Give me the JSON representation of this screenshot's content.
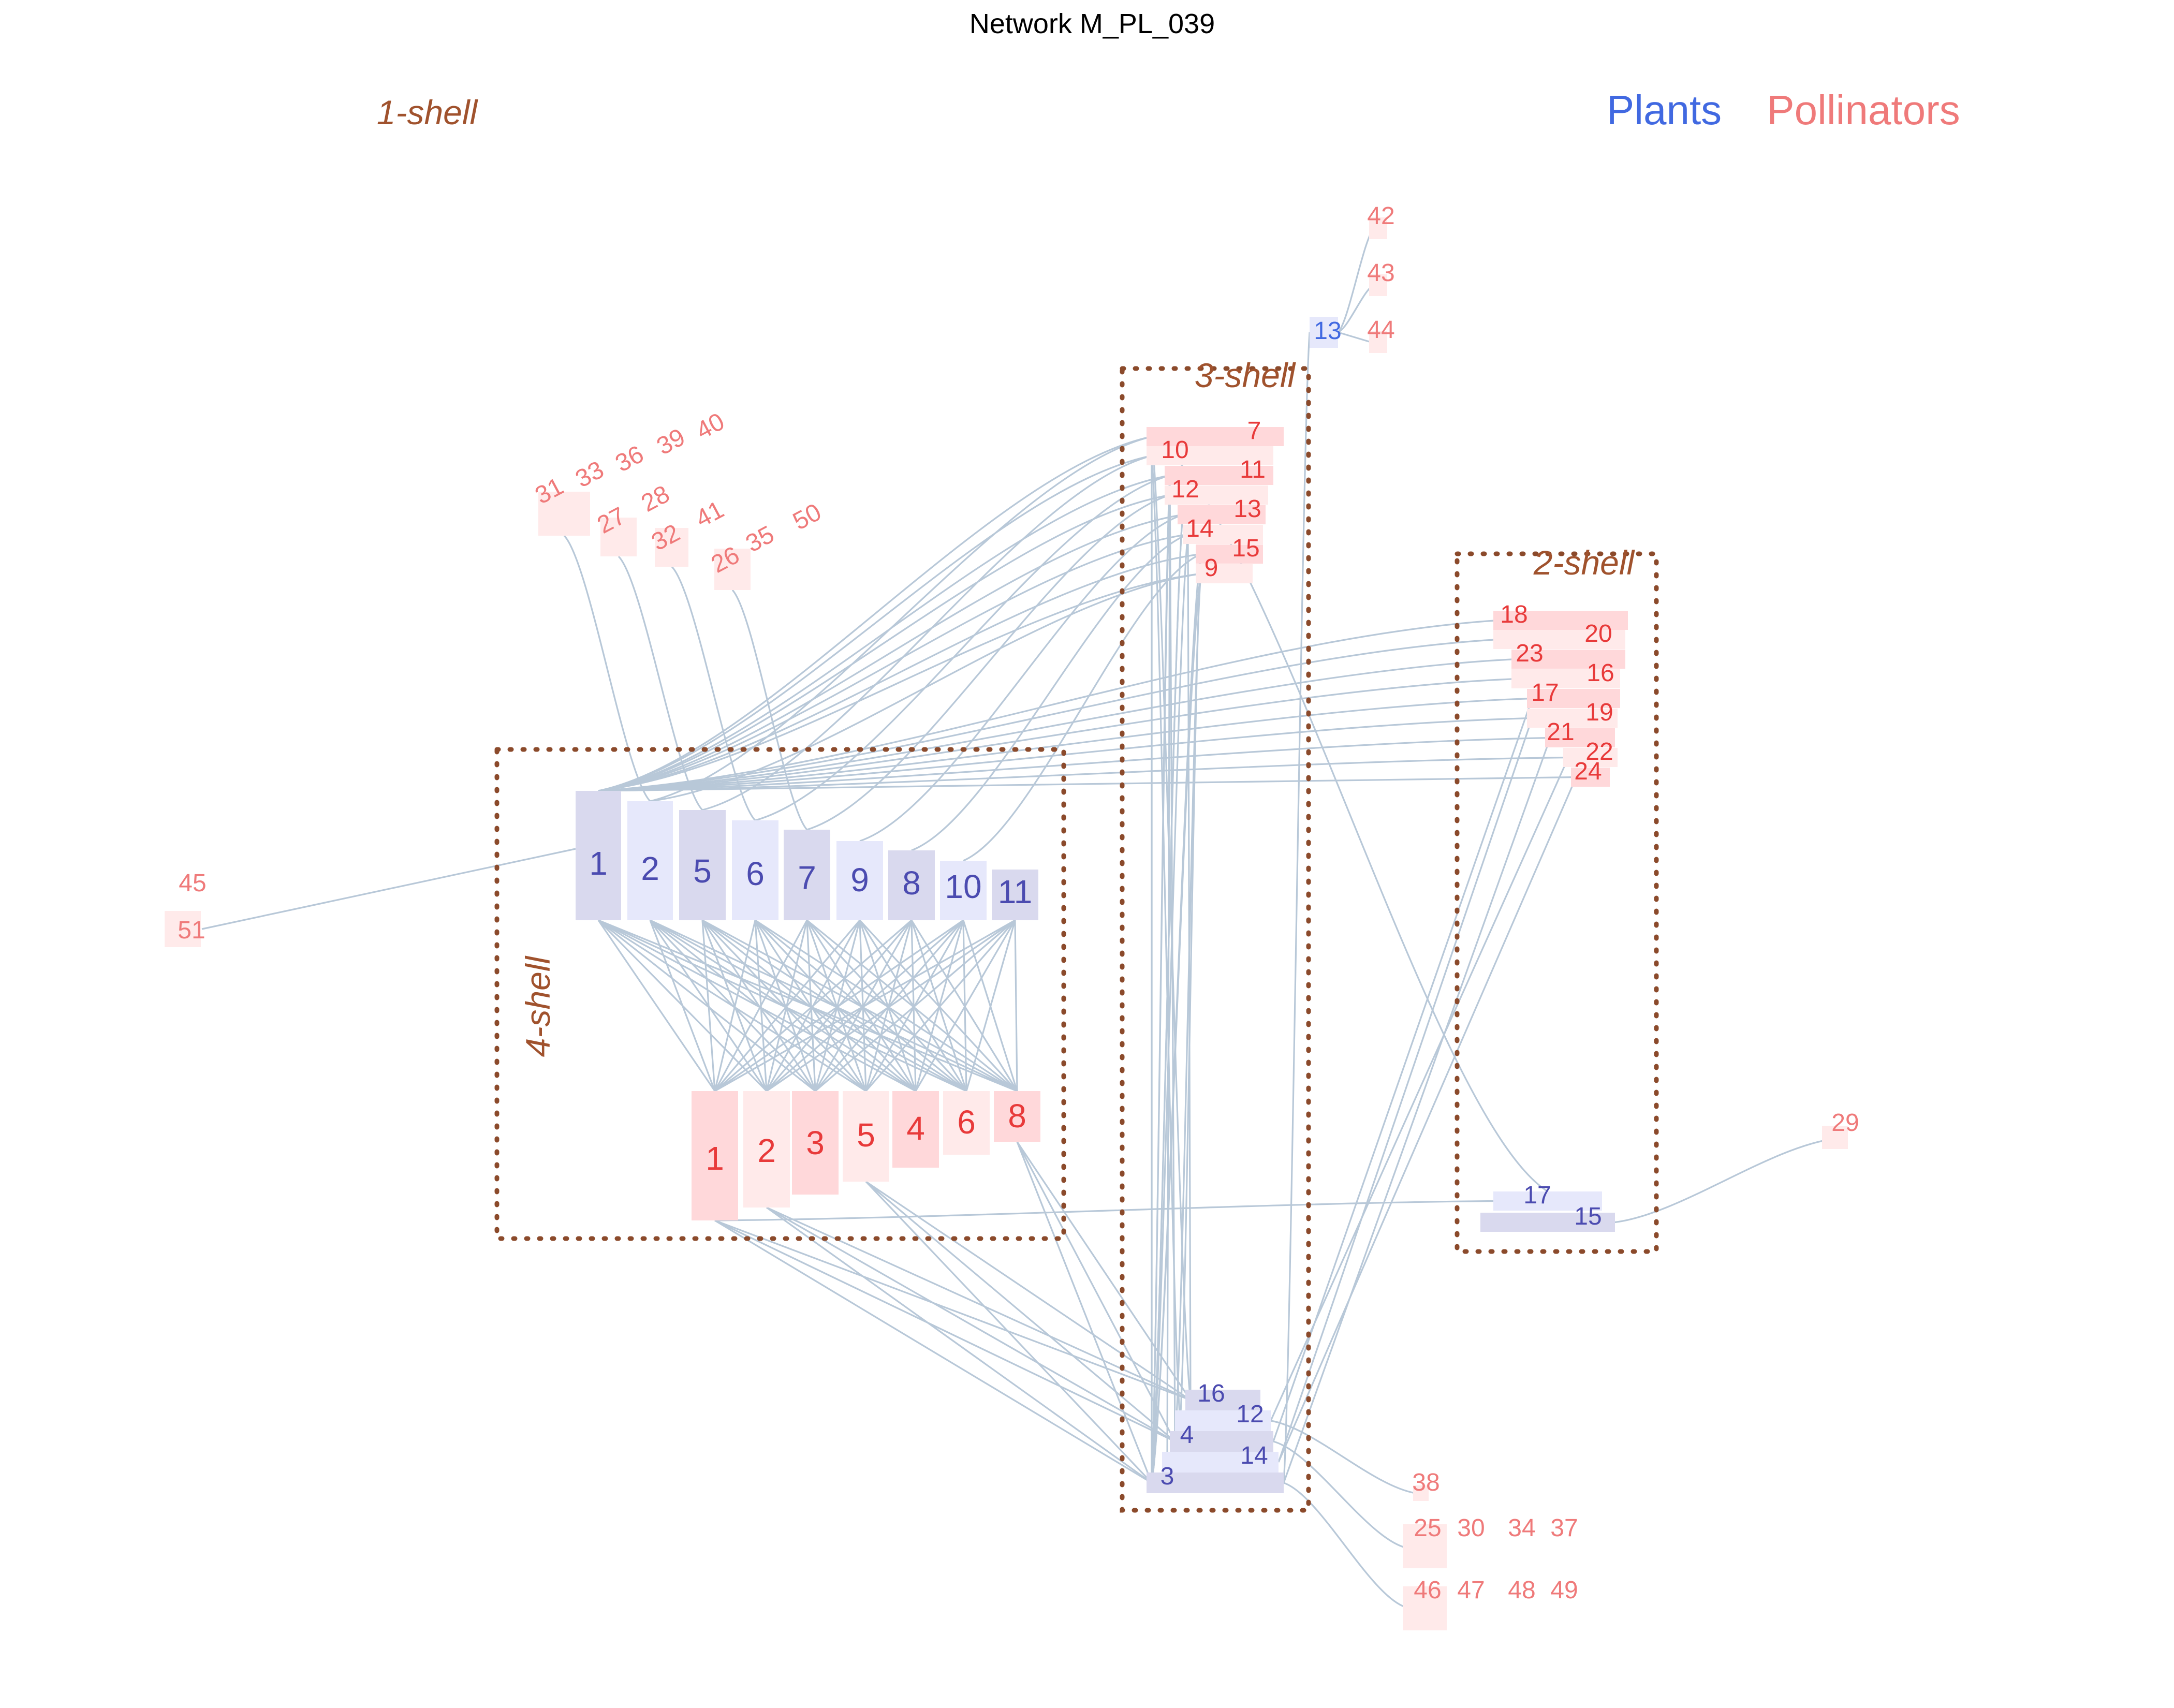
{
  "title": "Network M_PL_039",
  "legend": {
    "plants": "Plants",
    "pollinators": "Pollinators"
  },
  "colors": {
    "plant_text": "#4b4bb0",
    "plant_accent": "#4169e1",
    "pollinator_text": "#e83a3a",
    "pollinator_light_text": "#ef7a7a",
    "plant_fill_dark": "#d9d9ee",
    "plant_fill_light": "#e6e8fb",
    "pollinator_fill_dark": "#ffd8da",
    "pollinator_fill_light": "#ffeaea",
    "link": "#b8c8d8",
    "shell": "#8b4a2b",
    "shell_text": "#a0522d"
  },
  "shells": [
    {
      "id": "s1",
      "label": "1-shell"
    },
    {
      "id": "s2",
      "label": "2-shell"
    },
    {
      "id": "s3",
      "label": "3-shell"
    },
    {
      "id": "s4",
      "label": "4-shell"
    }
  ],
  "plants": [
    {
      "id": "1",
      "shell": 4
    },
    {
      "id": "2",
      "shell": 4
    },
    {
      "id": "5",
      "shell": 4
    },
    {
      "id": "6",
      "shell": 4
    },
    {
      "id": "7",
      "shell": 4
    },
    {
      "id": "9",
      "shell": 4
    },
    {
      "id": "8",
      "shell": 4
    },
    {
      "id": "10",
      "shell": 4
    },
    {
      "id": "11",
      "shell": 4
    },
    {
      "id": "16",
      "shell": 3
    },
    {
      "id": "12",
      "shell": 3
    },
    {
      "id": "4",
      "shell": 3
    },
    {
      "id": "14",
      "shell": 3
    },
    {
      "id": "3",
      "shell": 3
    },
    {
      "id": "17",
      "shell": 2
    },
    {
      "id": "15",
      "shell": 2
    },
    {
      "id": "13",
      "shell": 1
    }
  ],
  "pollinators": [
    {
      "id": "1",
      "shell": 4
    },
    {
      "id": "2",
      "shell": 4
    },
    {
      "id": "3",
      "shell": 4
    },
    {
      "id": "5",
      "shell": 4
    },
    {
      "id": "4",
      "shell": 4
    },
    {
      "id": "6",
      "shell": 4
    },
    {
      "id": "8",
      "shell": 4
    },
    {
      "id": "7",
      "shell": 3
    },
    {
      "id": "10",
      "shell": 3
    },
    {
      "id": "11",
      "shell": 3
    },
    {
      "id": "12",
      "shell": 3
    },
    {
      "id": "13",
      "shell": 3
    },
    {
      "id": "14",
      "shell": 3
    },
    {
      "id": "15",
      "shell": 3
    },
    {
      "id": "9",
      "shell": 3
    },
    {
      "id": "18",
      "shell": 2
    },
    {
      "id": "20",
      "shell": 2
    },
    {
      "id": "23",
      "shell": 2
    },
    {
      "id": "16",
      "shell": 2
    },
    {
      "id": "17",
      "shell": 2
    },
    {
      "id": "19",
      "shell": 2
    },
    {
      "id": "21",
      "shell": 2
    },
    {
      "id": "22",
      "shell": 2
    },
    {
      "id": "24",
      "shell": 2
    }
  ],
  "peripheral_groups": [
    {
      "id": "g1",
      "labels": [
        "31",
        "33",
        "36",
        "39",
        "40"
      ]
    },
    {
      "id": "g2",
      "labels": [
        "27",
        "28"
      ]
    },
    {
      "id": "g3",
      "labels": [
        "32",
        "41"
      ]
    },
    {
      "id": "g4",
      "labels": [
        "26",
        "35",
        "50"
      ]
    },
    {
      "id": "g5",
      "labels": [
        "42"
      ]
    },
    {
      "id": "g6",
      "labels": [
        "43"
      ]
    },
    {
      "id": "g7",
      "labels": [
        "44"
      ]
    },
    {
      "id": "g8",
      "labels": [
        "45"
      ]
    },
    {
      "id": "g9",
      "labels": [
        "51"
      ]
    },
    {
      "id": "g10",
      "labels": [
        "29"
      ]
    },
    {
      "id": "g11",
      "labels": [
        "38"
      ]
    },
    {
      "id": "g12",
      "labels": [
        "25",
        "30",
        "34",
        "37"
      ]
    },
    {
      "id": "g13",
      "labels": [
        "46",
        "47",
        "48",
        "49"
      ]
    }
  ]
}
